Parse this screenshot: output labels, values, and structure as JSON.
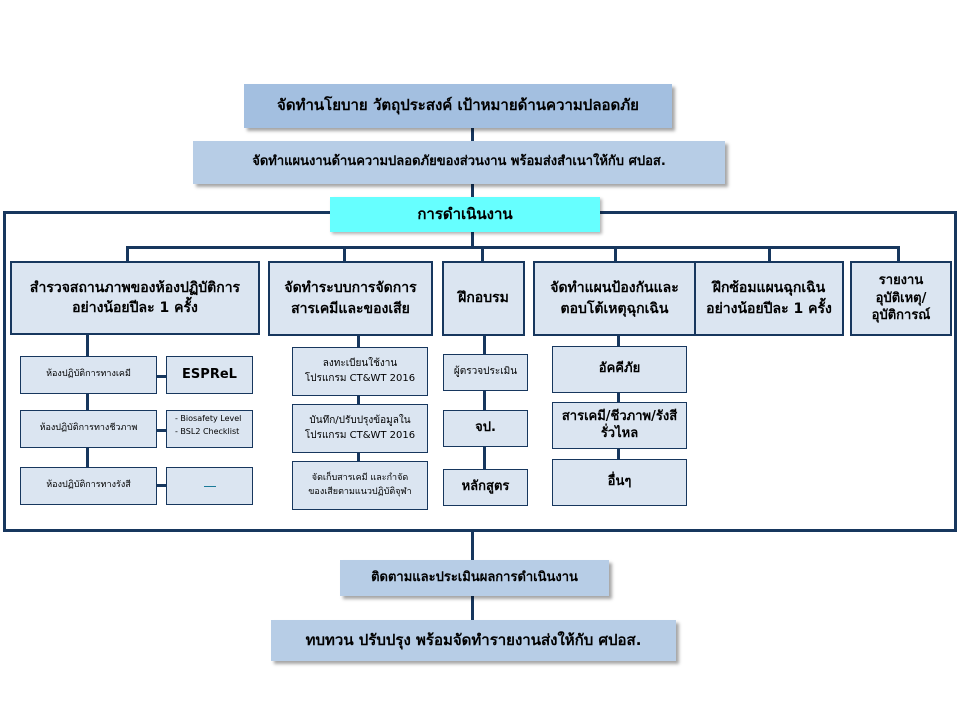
{
  "top": {
    "policy": "จัดทำนโยบาย วัตถุประสงค์ เป้าหมายด้านความปลอดภัย",
    "plan": "จัดทำแผนงานด้านความปลอดภัยของส่วนงาน  พร้อมส่งสำเนาให้กับ  ศปอส."
  },
  "operation": "การดำเนินงาน",
  "columns": [
    {
      "title_line1": "สำรวจสถานภาพของห้องปฏิบัติการ",
      "title_line2": "อย่างน้อยปีละ  1 ครั้ง",
      "items": [
        {
          "label": "ห้องปฏิบัติการทางเคมี",
          "detail": "ESPReL"
        },
        {
          "label": "ห้องปฏิบัติการทางชีวภาพ",
          "detail_list": [
            "- Biosafety  Level",
            "- BSL2 Checklist"
          ]
        },
        {
          "label": "ห้องปฏิบัติการทางรังสี",
          "detail": ""
        }
      ]
    },
    {
      "title_line1": "จัดทำระบบการจัดการ",
      "title_line2": "สารเคมีและของเสีย",
      "items": [
        {
          "line1": "ลงทะเบียนใช้งาน",
          "line2": "โปรแกรม CT&WT 2016"
        },
        {
          "line1": "บันทึก/ปรับปรุงข้อมูลใน",
          "line2": "โปรแกรม CT&WT 2016"
        },
        {
          "line1": "จัดเก็บสารเคมี และกำจัด",
          "line2": "ของเสียตามแนวปฏิบัติจุฬา"
        }
      ]
    },
    {
      "title": "ฝึกอบรม",
      "items": [
        "ผู้ตรวจประเมิน",
        "จป.",
        "หลักสูตร"
      ]
    },
    {
      "title_line1": "จัดทำแผนป้องกันและ",
      "title_line2": "ตอบโต้เหตุฉุกเฉิน",
      "items": [
        {
          "line1": "อัคคีภัย"
        },
        {
          "line1": "สารเคมี/ชีวภาพ/รังสี",
          "line2": "รั่วไหล"
        },
        {
          "line1": "อื่นๆ"
        }
      ]
    },
    {
      "title_line1": "ฝึกซ้อมแผนฉุกเฉิน",
      "title_line2": "อย่างน้อยปีละ  1 ครั้ง"
    },
    {
      "title_line1": "รายงาน",
      "title_line2": "อุบัติเหตุ/",
      "title_line3": "อุบัติการณ์"
    }
  ],
  "bottom": {
    "monitor": "ติดตามและประเมินผลการดำเนินงาน",
    "review": "ทบทวน ปรับปรุง พร้อมจัดทำรายงานส่งให้กับ ศปอส."
  }
}
